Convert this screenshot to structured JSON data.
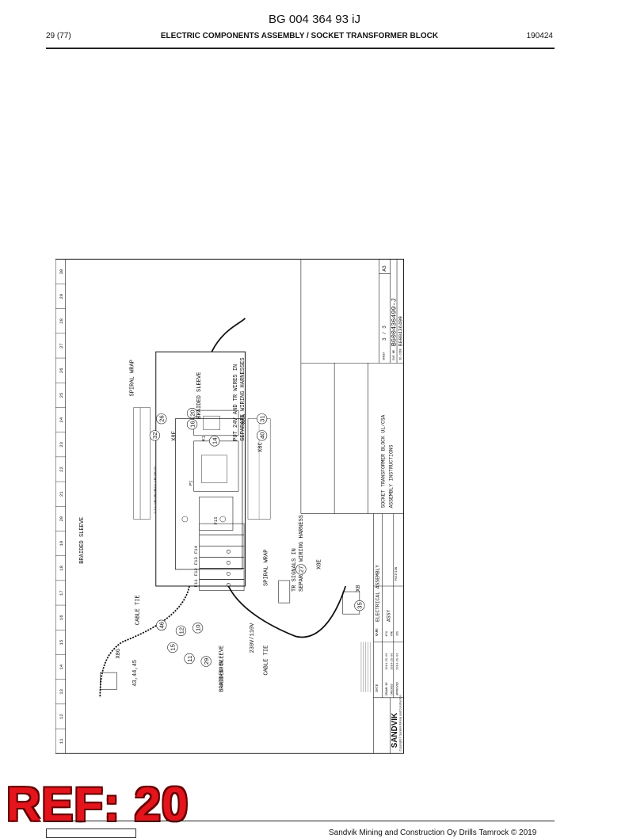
{
  "header": {
    "doc_code": "BG 004 364 93 iJ",
    "page": "29 (77)",
    "title": "ELECTRIC COMPONENTS ASSEMBLY / SOCKET TRANSFORMER BLOCK",
    "date": "190424"
  },
  "drawing": {
    "grid_numbers": [
      "11",
      "12",
      "13",
      "14",
      "15",
      "16",
      "17",
      "18",
      "19",
      "20",
      "21",
      "22",
      "23",
      "24",
      "25",
      "26",
      "27",
      "28",
      "29",
      "30"
    ],
    "balloons": [
      "26",
      "32",
      "20",
      "16",
      "14",
      "31",
      "40",
      "27",
      "35",
      "46",
      "12",
      "10",
      "15",
      "11",
      "29"
    ],
    "callouts": {
      "spiral_wrap": "SPIRAL WRAP",
      "braided_sleeve": "BRAIDED SLEEVE",
      "put_24v": "PUT 24V AND TR WIRES IN",
      "separate_harnesses": "SEPARATE WIRING HARNESSES",
      "tr_signals": "TR SIGNALS IN",
      "separate_harness": "SEPARATE WIRING HARNESS",
      "cable_tie": "CABLE TIE",
      "voltage_high": "400-690V",
      "voltage_low": "230V/110V",
      "part_list": "43,44,45"
    },
    "connectors": [
      "X8F",
      "X8B",
      "X8C",
      "X8E",
      "X8",
      "X8G"
    ],
    "component_labels": [
      "K1",
      "P1",
      "F15",
      "F11",
      "F12",
      "F13",
      "F14"
    ],
    "terminal_labels": [
      "0/0",
      "0/110",
      "0/115",
      "0/120",
      "0/0",
      "0/110",
      "0/115",
      "0/120"
    ],
    "title_block": {
      "title_line1": "SOCKET TRANSFORMER BLOCK UL/CSA",
      "title_line2": "ASSEMBLY INSTRUCTIONS",
      "group": "ELECTRICAL ASSEMBLY",
      "assy": "ASSY",
      "position": "POSITION",
      "sheet_label": "SHEET",
      "sheet_value": "3 / 3",
      "size": "A3",
      "dwg_label": "DWG NR",
      "dwg_value": "BG00436499-J",
      "idcode_label": "ID-CODE",
      "idcode_value": "BG00436499",
      "date_label": "DATE",
      "name_label": "NAME",
      "drawn_label": "DRAWN BY",
      "drawn_date": "2014-25-06",
      "drawn_name": "KFA",
      "checked_label": "CHECKED",
      "checked_date": "2014-25-06",
      "checked_name": "TMK",
      "approved_label": "APPROVED",
      "approved_date": "2014-25-06",
      "approved_name": "JOS",
      "brand": "SANDVIK",
      "copyright": "Copyright © Sandvik Mining and Construction"
    }
  },
  "watermark": "REF: 20",
  "footer": {
    "text": "Sandvik Mining and Construction Oy Drills Tamrock © 2019"
  }
}
